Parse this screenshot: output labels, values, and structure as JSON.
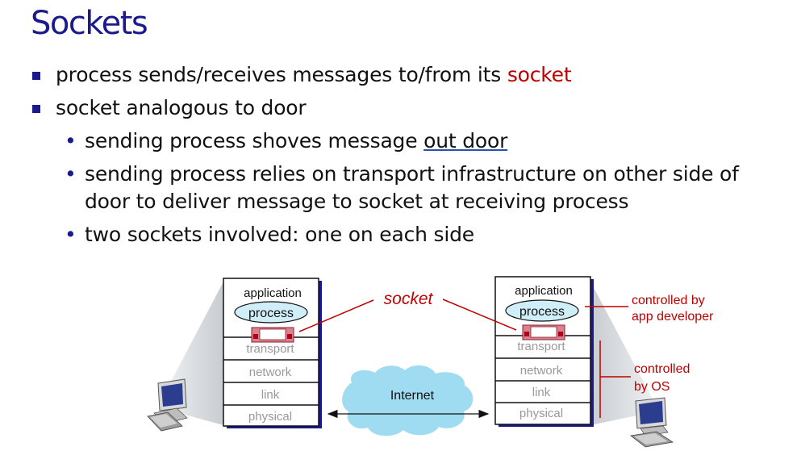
{
  "slide": {
    "title": "Sockets",
    "bullets": [
      {
        "before": "process sends/receives messages to/from its ",
        "highlight": "socket"
      },
      {
        "text": "socket analogous to door"
      }
    ],
    "sub_bullets": [
      {
        "before": "sending process shoves message ",
        "underlined": "out door"
      },
      {
        "line1": "sending process relies on transport infrastructure on other side of",
        "line2": "door to deliver message to socket at receiving process"
      },
      {
        "text": "two sockets involved: one on each side"
      }
    ],
    "bullet_glyph": "•"
  },
  "diagram": {
    "left_stack": {
      "application": "application",
      "process": "process",
      "layers": [
        "transport",
        "network",
        "link",
        "physical"
      ]
    },
    "right_stack": {
      "application": "application",
      "process": "process",
      "layers": [
        "transport",
        "network",
        "link",
        "physical"
      ]
    },
    "socket_label": "socket",
    "internet_label": "Internet",
    "annotation_app_dev": [
      "controlled by",
      "app developer"
    ],
    "annotation_os": [
      "controlled",
      "by OS"
    ],
    "colors": {
      "accent_red": "#c00000",
      "title_blue": "#1a1a8c",
      "process_fill": "#cfeef7",
      "cloud_fill": "#9fdcf2",
      "socket_fill": "#d9828e"
    }
  }
}
